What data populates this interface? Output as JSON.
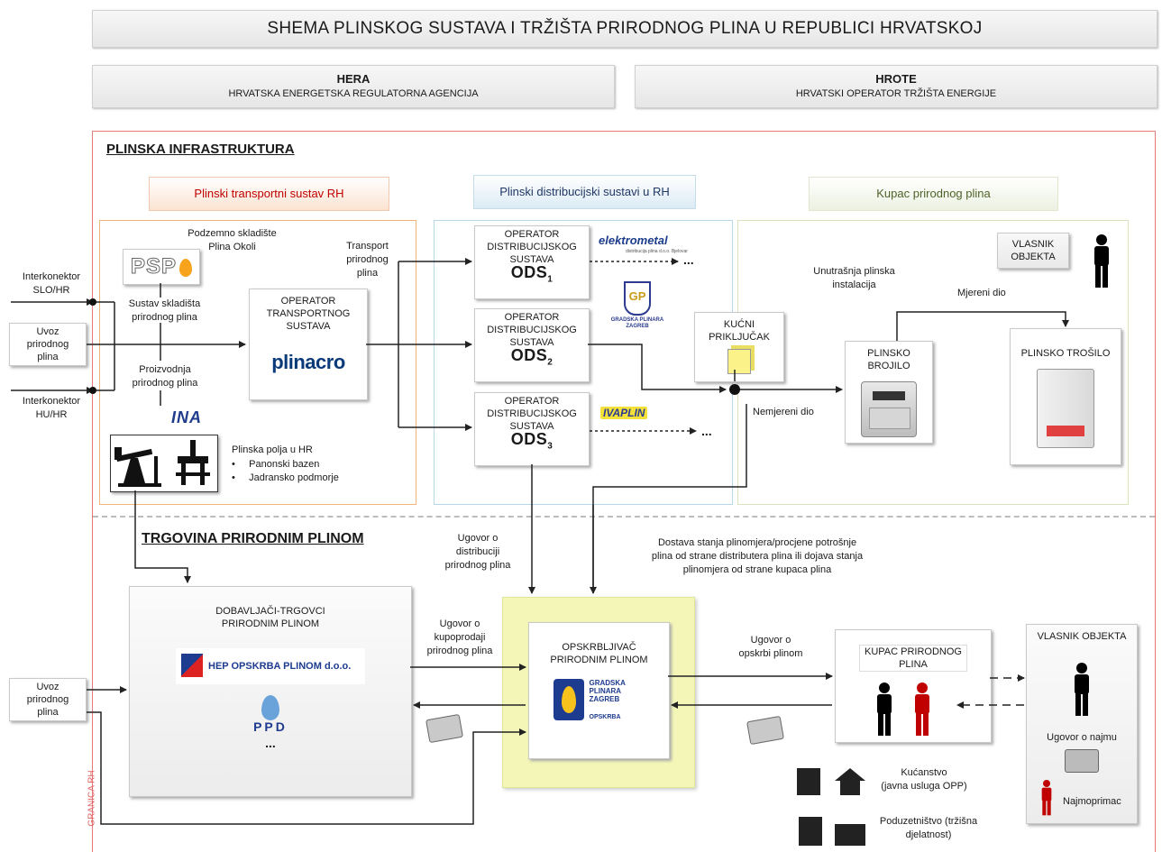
{
  "title": "SHEMA PLINSKOG SUSTAVA I TRŽIŠTA PRIRODNOG PLINA U REPUBLICI HRVATSKOJ",
  "regulators": [
    {
      "name": "HERA",
      "full": "HRVATSKA ENERGETSKA REGULATORNA AGENCIJA"
    },
    {
      "name": "HROTE",
      "full": "HRVATSKI OPERATOR TRŽIŠTA ENERGIJE"
    }
  ],
  "infrastructure": {
    "heading": "PLINSKA INFRASTRUKTURA",
    "transport_title": "Plinski transportni sustav RH",
    "distribution_title": "Plinski distribucijski sustavi u RH",
    "customer_title": "Kupac prirodnog plina",
    "storage_label": "Podzemno skladište\nPlina Okoli",
    "storage_logo": "PSP",
    "storage_system": "Sustav skladišta\nprirodnog plina",
    "production": "Proizvodnja\nprirodnog plina",
    "ina_logo": "INA",
    "fields_label": "Plinska polja u HR",
    "fields": [
      "Panonski bazen",
      "Jadransko podmorje"
    ],
    "interconnector_slo": "Interkonektor\nSLO/HR",
    "import": "Uvoz\nprirodnog\nplina",
    "interconnector_hu": "Interkonektor\nHU/HR",
    "transport_label": "Transport\nprirodnog\nplina",
    "tso": "OPERATOR\nTRANSPORTNOG\nSUSTAVA",
    "tso_logo": "plinacro",
    "dso_label": "OPERATOR\nDISTRIBUCIJSKOG\nSUSTAVA",
    "ods": [
      {
        "code": "ODS",
        "sub": "1"
      },
      {
        "code": "ODS",
        "sub": "2"
      },
      {
        "code": "ODS",
        "sub": "3"
      }
    ],
    "elektrometal_logo": "elektrometal",
    "elektrometal_sub": "distribucija plina d.o.o. Bjelovar",
    "gpz_logo": "GRADSKA PLINARA\nZAGREB",
    "gpz_monogram": "GP",
    "ivaplin_logo": "IVAPLIN",
    "ellipsis": "...",
    "house_connection": "KUĆNI\nPRIKLJUČAK",
    "internal_installation": "Unutrašnja plinska\ninstalacija",
    "metered": "Mjereni dio",
    "unmetered": "Nemjereni dio",
    "owner": "VLASNIK\nOBJEKTA",
    "meter": "PLINSKO BROJILO",
    "appliance": "PLINSKO TROŠILO"
  },
  "trade": {
    "heading": "TRGOVINA PRIRODNIM PLINOM",
    "distribution_contract": "Ugovor o\ndistribuciji\nprirodnog plina",
    "meter_reading": "Dostava stanja plinomjera/procjene potrošnje\nplina od strane distributera plina ili dojava stanja\nplinomjera od strane kupaca plina",
    "suppliers": "DOBAVLJAČI-TRGOVCI\nPRIRODNIM PLINOM",
    "hep_logo": "HEP OPSKRBA PLINOM d.o.o.",
    "ppd_logo": "PPD",
    "suppliers_more": "...",
    "sale_contract": "Ugovor o\nkupoprodaji\nprirodnog plina",
    "retailer": "OPSKRBLJIVAČ\nPRIRODNIM PLINOM",
    "gpz_supply_logo": "GRADSKA\nPLINARA\nZAGREB",
    "gpz_supply_sub": "OPSKRBA",
    "supply_contract": "Ugovor o\nopskrbi plinom",
    "customer": "KUPAC PRIRODNOG\nPLINA",
    "owner": "VLASNIK OBJEKTA",
    "lease_contract": "Ugovor o najmu",
    "tenant": "Najmoprimac",
    "household": "Kućanstvo\n(javna usluga OPP)",
    "business": "Poduzetništvo (tržišna\ndjelatnost)",
    "import": "Uvoz\nprirodnog\nplina",
    "border": "GRANICA RH"
  },
  "colors": {
    "border_red": "#e87a7a",
    "transport_title": "#c00000",
    "distribution_title": "#1f3864",
    "customer_title": "#4f6228",
    "orange_box": "#f3b57c",
    "blue_box": "#b7d7ea",
    "green_box": "#d8e4bc",
    "retailer_glow": "#f3f6b7",
    "person_red": "#c00000"
  }
}
